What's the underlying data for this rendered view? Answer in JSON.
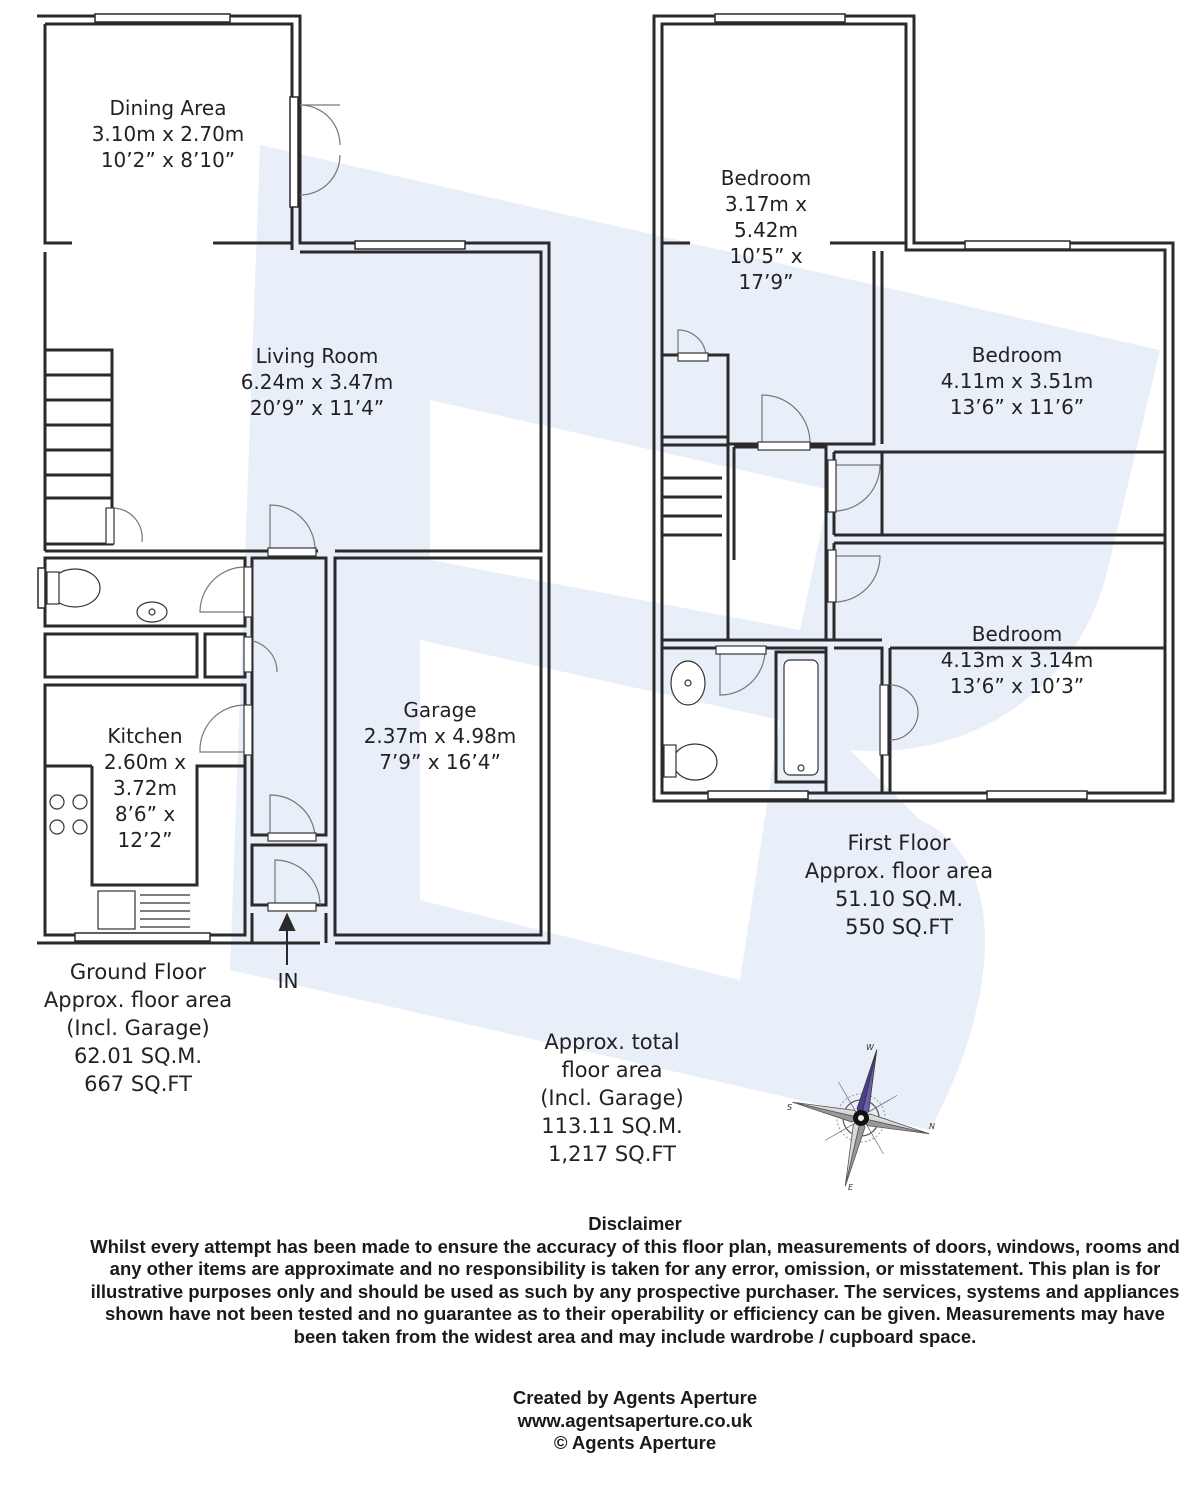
{
  "ground_floor": {
    "rooms": {
      "dining": {
        "name": "Dining Area",
        "metric": "3.10m x 2.70m",
        "imperial": "10’2” x 8’10”"
      },
      "living": {
        "name": "Living Room",
        "metric": "6.24m x 3.47m",
        "imperial": "20’9” x 11’4”"
      },
      "kitchen": {
        "name": "Kitchen",
        "metric_1": "2.60m x",
        "metric_2": "3.72m",
        "imperial_1": "8’6” x",
        "imperial_2": "12’2”"
      },
      "garage": {
        "name": "Garage",
        "metric": "2.37m x 4.98m",
        "imperial": "7’9” x 16’4”"
      }
    },
    "entrance_label": "IN",
    "area": {
      "title": "Ground Floor",
      "line1": "Approx. floor area",
      "line2": "(Incl. Garage)",
      "sqm": "62.01 SQ.M.",
      "sqft": "667 SQ.FT"
    }
  },
  "first_floor": {
    "rooms": {
      "bedroom1": {
        "name": "Bedroom",
        "metric_1": "3.17m x",
        "metric_2": "5.42m",
        "imperial_1": "10’5” x",
        "imperial_2": "17’9”"
      },
      "bedroom2": {
        "name": "Bedroom",
        "metric": "4.11m x 3.51m",
        "imperial": "13’6” x 11’6”"
      },
      "bedroom3": {
        "name": "Bedroom",
        "metric": "4.13m x 3.14m",
        "imperial": "13’6” x 10’3”"
      }
    },
    "area": {
      "title": "First Floor",
      "line1": "Approx. floor area",
      "sqm": "51.10 SQ.M.",
      "sqft": "550 SQ.FT"
    }
  },
  "total_area": {
    "line1": "Approx. total",
    "line2": "floor area",
    "line3": "(Incl. Garage)",
    "sqm": "113.11 SQ.M.",
    "sqft": "1,217 SQ.FT"
  },
  "compass": {
    "n": "N",
    "s": "S",
    "e": "E",
    "w": "W"
  },
  "disclaimer": {
    "title": "Disclaimer",
    "text": "Whilst every attempt has been made to ensure the accuracy of this floor plan, measurements of doors, windows, rooms and any other items are approximate and no responsibility is taken for any error, omission, or misstatement. This plan is for illustrative purposes only and should be used as such by any prospective purchaser. The services, systems and appliances shown have not been tested and no guarantee as to their operability or efficiency can be given. Measurements may have been taken from the widest area and may include wardrobe / cupboard space."
  },
  "credits": {
    "line1": "Created by Agents Aperture",
    "line2": "www.agentsaperture.co.uk",
    "line3": "© Agents Aperture"
  },
  "colors": {
    "wall": "#2a2a2a",
    "watermark": "#e8eef9",
    "compass_needle": "#4b3f8f"
  }
}
